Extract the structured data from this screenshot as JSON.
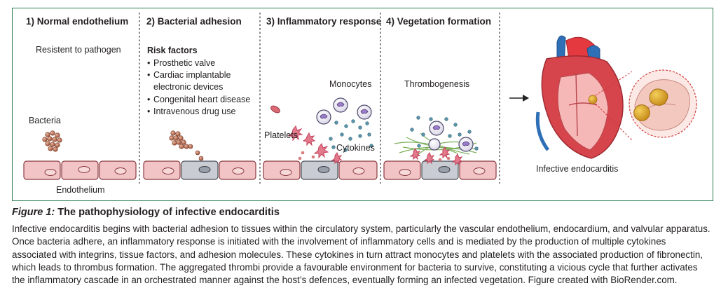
{
  "panels": [
    {
      "title": "1) Normal endothelium"
    },
    {
      "title": "2) Bacterial adhesion"
    },
    {
      "title": "3) Inflammatory response"
    },
    {
      "title": "4) Vegetation formation"
    }
  ],
  "labels": {
    "resistent": "Resistent to pathogen",
    "bacteria": "Bacteria",
    "endothelium": "Endothelium",
    "monocytes": "Monocytes",
    "platelets": "Platelets",
    "cytokines": "Cytokines",
    "thrombogenesis": "Thrombogenesis",
    "infective_endocarditis": "Infective endocarditis"
  },
  "risk_factors": {
    "heading": "Risk factors",
    "items": [
      "Prosthetic valve",
      "Cardiac implantable",
      "electronic devices",
      "Congenital heart disease",
      "Intravenous drug use"
    ]
  },
  "caption": {
    "figure_label": "Figure 1:",
    "title": "The pathophysiology of infective endocarditis",
    "lines": [
      "Infective endocarditis begins with bacterial adhesion to tissues within the circulatory system, particularly the vascular endothelium, endocardium, and valvular apparatus.",
      "Once bacteria adhere, an inflammatory response is initiated with the involvement of inflammatory cells and is mediated by the production of multiple cytokines",
      "associated with integrins, tissue factors, and adhesion molecules. These cytokines in turn attract monocytes and platelets with the associated production of fibronectin,",
      "which leads to thrombus formation. The aggregated thrombi provide a favourable environment for bacteria to survive, constituting a vicious cycle that further activates",
      "the inflammatory cascade in an orchestrated manner against the host’s defences, eventually forming an infected vegetation. Figure created with BioRender.com."
    ]
  },
  "colors": {
    "frame": "#2e7d4f",
    "endothelial_cell": "#f2c4c6",
    "activated_cell": "#c9cdd3",
    "bacteria": "#b5654a",
    "platelet": "#d94f6a",
    "monocyte": "#7c5aa6",
    "cytokine": "#3f7f95",
    "fibrin": "#7ab05a"
  }
}
